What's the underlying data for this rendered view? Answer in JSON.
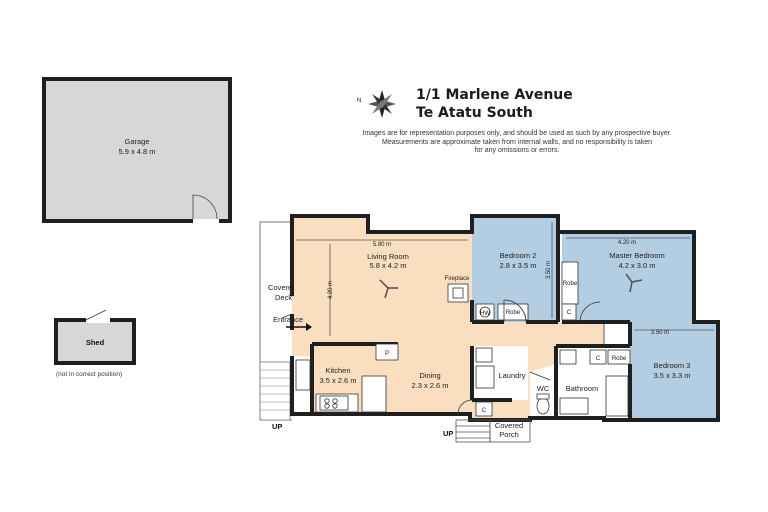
{
  "header": {
    "title": "1/1 Marlene Avenue",
    "subtitle": "Te Atatu South",
    "disclaimer": [
      "Images are for representation purposes only, and should be used as such by any prospective buyer.",
      "Measurements are approximate taken from internal walls, and no responsibility is taken",
      "for any omissions or errors."
    ]
  },
  "compass": {
    "label": "N",
    "icon": "compass-rose-icon"
  },
  "rooms": {
    "garage": {
      "name": "Garage",
      "size": "5.9 x 4.8 m"
    },
    "shed": {
      "name": "Shed",
      "note": "(not in correct position)"
    },
    "living": {
      "name": "Living Room",
      "size": "5.8 x 4.2 m",
      "dim_w": "5.80 m",
      "dim_h": "4.20 m"
    },
    "bedroom2": {
      "name": "Bedroom 2",
      "size": "2.8 x 3.5 m",
      "dim_h": "3.50 m"
    },
    "master": {
      "name": "Master Bedroom",
      "size": "4.2 x 3.0 m",
      "dim_w": "4.20 m"
    },
    "bedroom3": {
      "name": "Bedroom 3",
      "size": "3.5 x 3.3 m",
      "dim_w": "3.50 m"
    },
    "kitchen": {
      "name": "Kitchen",
      "size": "3.5 x 2.6 m"
    },
    "dining": {
      "name": "Dining",
      "size": "2.3 x 2.6 m"
    },
    "laundry": {
      "name": "Laundry"
    },
    "wc": {
      "name": "WC"
    },
    "bathroom": {
      "name": "Bathroom"
    },
    "covered_deck": {
      "line1": "Covered",
      "line2": "Deck"
    },
    "covered_porch": {
      "line1": "Covered",
      "line2": "Porch"
    }
  },
  "fixtures": {
    "fireplace": "Fireplace",
    "hw": "HW",
    "robe": "Robe",
    "cupboard": "C",
    "pantry": "P"
  },
  "markers": {
    "entrance": "Entrance",
    "up": "UP"
  },
  "colors": {
    "living": "#f9dfbf",
    "bedroom": "#b3cde3",
    "garage": "#d7d7d7",
    "wall": "#1f1f1f"
  }
}
